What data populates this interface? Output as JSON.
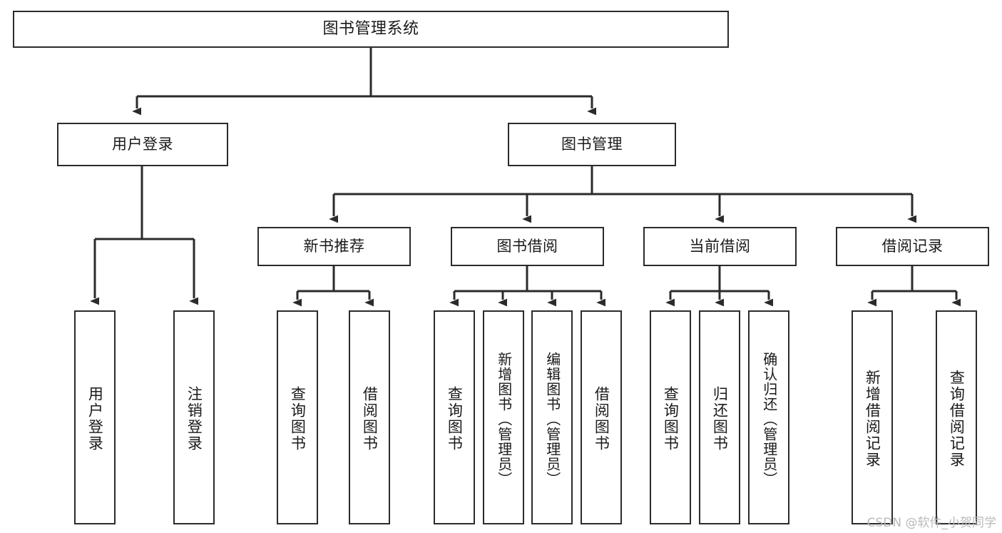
{
  "diagram": {
    "title": "图书管理系统",
    "watermark": "CSDN @软件_小贺同学",
    "colors": {
      "stroke": "#2b2b2b",
      "fill": "#ffffff",
      "text": "#1a1a1a",
      "watermark": "#b9b9b9"
    },
    "nodes": {
      "root": {
        "label": "图书管理系统"
      },
      "level1": [
        {
          "label": "用户登录"
        },
        {
          "label": "图书管理"
        }
      ],
      "level2": [
        {
          "label": "新书推荐"
        },
        {
          "label": "图书借阅"
        },
        {
          "label": "当前借阅"
        },
        {
          "label": "借阅记录"
        }
      ],
      "leaves": {
        "user_login": [
          {
            "label": "用户登录"
          },
          {
            "label": "注销登录"
          }
        ],
        "new_book_recommend": [
          {
            "label": "查询图书"
          },
          {
            "label": "借阅图书"
          }
        ],
        "book_borrow": [
          {
            "label": "查询图书"
          },
          {
            "label": "新增图书（管理员）"
          },
          {
            "label": "编辑图书（管理员）"
          },
          {
            "label": "借阅图书"
          }
        ],
        "current_borrow": [
          {
            "label": "查询图书"
          },
          {
            "label": "归还图书"
          },
          {
            "label": "确认归还（管理员）"
          }
        ],
        "borrow_record": [
          {
            "label": "新增借阅记录"
          },
          {
            "label": "查询借阅记录"
          }
        ]
      }
    }
  }
}
